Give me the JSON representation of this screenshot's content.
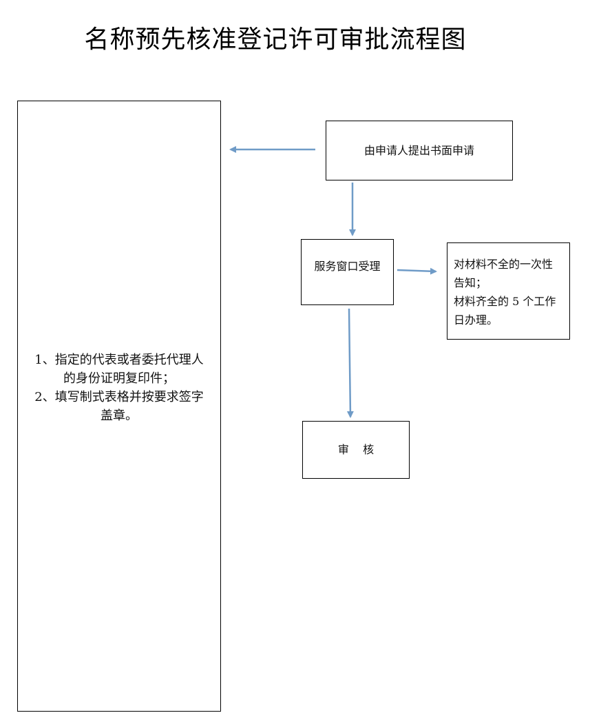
{
  "title": "名称预先核准登记许可审批流程图",
  "nodes": {
    "application": "由申请人提出书面申请",
    "window": "服务窗口受理",
    "review": "审    核",
    "notice_lines": [
      "对材料不全的一次性",
      "告知；",
      "材料齐全的 5 个工作",
      "日办理。"
    ],
    "materials_lines": [
      "1、指定的代表或者委托代理人",
      "的身份证明复印件；",
      "2、填写制式表格并按要求签字",
      "盖章。"
    ]
  },
  "colors": {
    "arrow": "#6f9bc7",
    "border": "#000000"
  }
}
